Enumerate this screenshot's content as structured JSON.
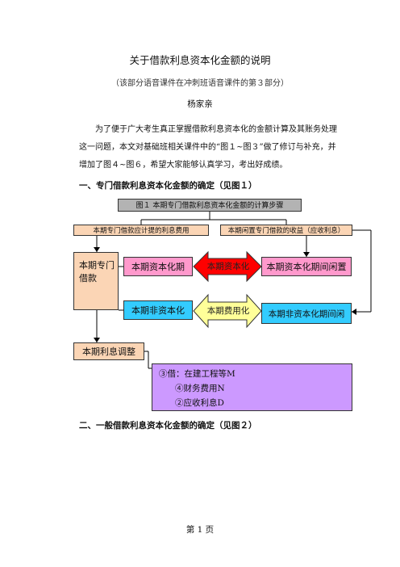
{
  "document": {
    "title": "关于借款利息资本化金额的说明",
    "subtitle": "（该部分语音课件在冲刺班语音课件的第３部分）",
    "author": "杨家亲",
    "paragraph": "为了便于广大考生真正掌握借款利息资本化的金额计算及其账务处理这一问题，本文对基础班相关课件中的“图１~图３”做了修订与补充，并增加了图４~图６，希望大家能够认真学习，考出好成绩。",
    "heading1": "一、专门借款利息资本化金额的确定（见图１）",
    "heading2": "二、一般借款利息资本化金额的确定（见图２）",
    "footer": "第 1 页"
  },
  "diagram": {
    "figure_label": "图１ 本期专门借款利息资本化金额的计算步骤",
    "top_left": "本期专门借款应计提的利息费用",
    "top_right": "本期闲置专门借款的收益（应收利息）",
    "left_box": "本期专门借款",
    "cap_period": "本期资本化期",
    "cap_arrow": "本期资本化",
    "cap_idle": "本期资本化期间闲置",
    "noncap_period": "本期非资本化",
    "noncap_arrow": "本期费用化",
    "noncap_idle": "本期非资本化期间闲",
    "adjust": "本期利息调整",
    "entry_line1": "③借：在建工程等M",
    "entry_line2": "④财务费用N",
    "entry_line3": "②应收利息D",
    "colors": {
      "orange": "#fbd5b5",
      "pink": "#ff99cc",
      "cyan": "#33ccff",
      "purple": "#cc99ff",
      "red_arrow": "#ff0000",
      "yellow_arrow": "#ffff99",
      "gray": "#b3b3b3"
    }
  }
}
